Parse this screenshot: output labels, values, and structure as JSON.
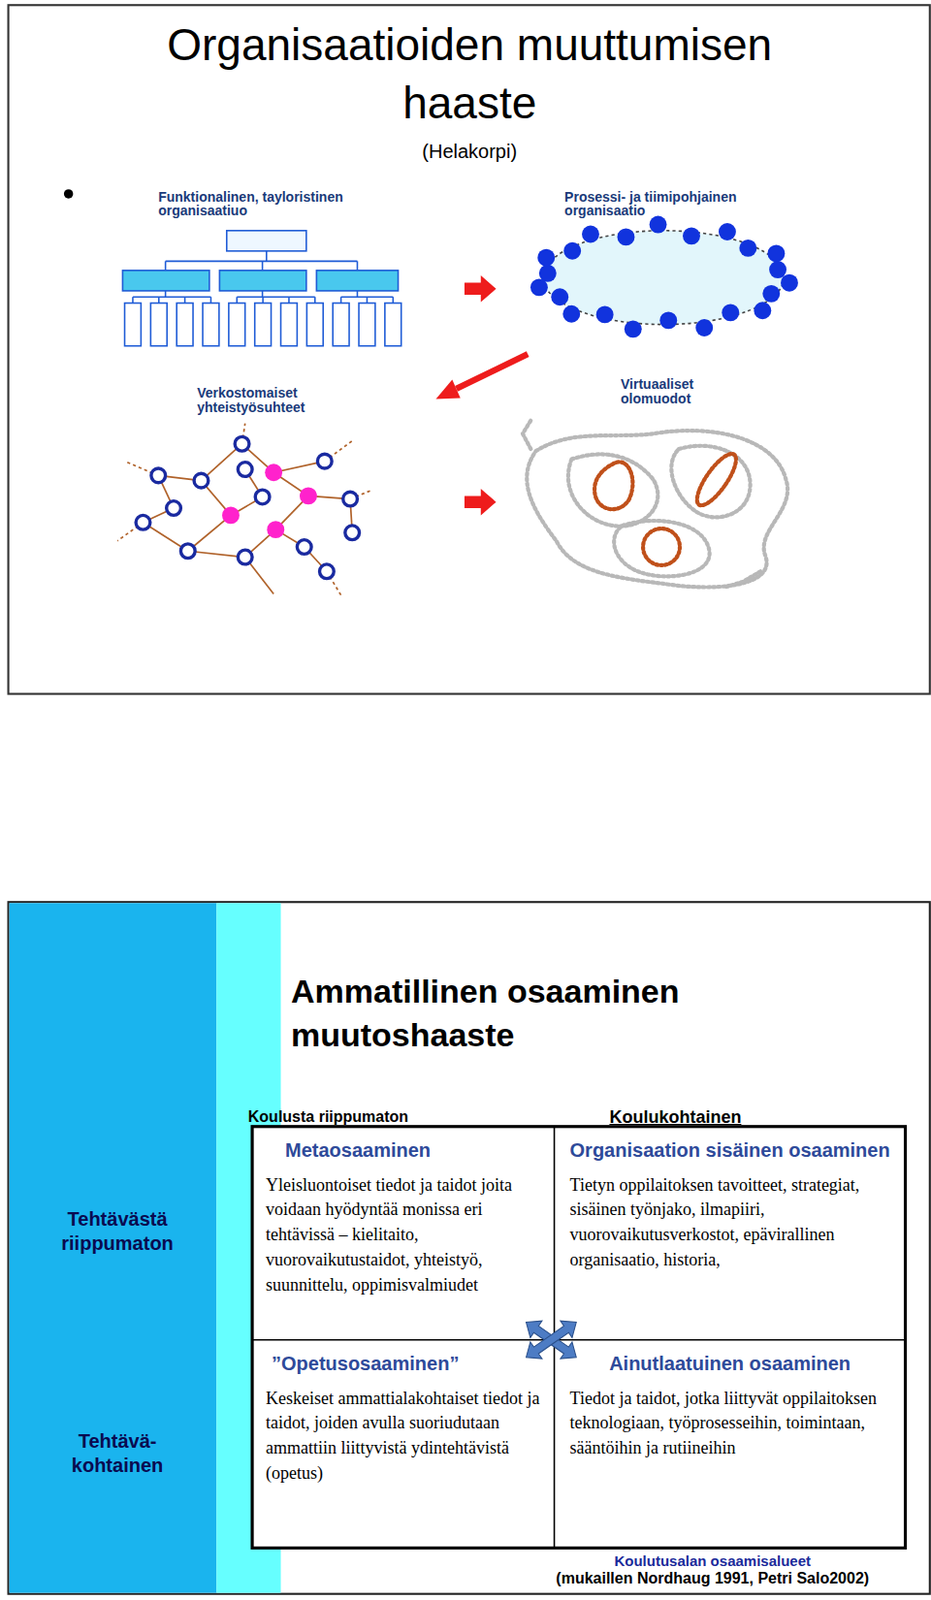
{
  "diagram": {
    "title": "Organisaatioiden muuttumisen haaste",
    "nodes": [
      {
        "text": [
          "Metaosaaminen",
          "Yleisluontoiset tiedot ja taidot joita voidaan hyödyntää monissa eri tehtävissä – kielitaito, vuorovaikutustaidot, yhteistyö, suunnittelu, oppimisvalmiudet"
        ]
      },
      {
        "text": [
          "Organisaation sisäinen osaaminen",
          "Tietyn oppilaitoksen tavoitteet, strategiat, sisäinen työnjako, ilmapiiri, vuorovaikutusverkostot, epävirallinen organisaatio, historia,"
        ]
      },
      {
        "text": [
          "”Opetusosaaminen”",
          "Keskeiset ammattialakohtaiset tiedot ja taidot, joiden avulla suoriudutaan ammattiin liittyvistä ydintehtävistä (opetus)"
        ]
      },
      {
        "text": [
          "Ainutlaatuinen osaaminen",
          "Tiedot ja taidot, jotka liittyvät oppilaitoksen teknologiaan, työprosesseihin, toimintaan, sääntöihin ja rutiineihin"
        ]
      }
    ],
    "labels": [
      "(Helakorpi)",
      "Funktionalinen, tayloristinen organisaatiuo",
      "Prosessi- ja tiimipohjainen organisaatio",
      "Verkostomaiset yhteistyösuhteet",
      "Virtuaaliset olomuodot",
      "Ammatillinen osaaminen muutoshaaste",
      "Koulusta riippumaton",
      "Koulukohtainen",
      "Tehtävästä riippumaton",
      "Tehtävä-kohtainen",
      "Koulutusalan osaamisalueet",
      "(mukaillen Nordhaug 1991, Petri Salo2002)"
    ]
  }
}
